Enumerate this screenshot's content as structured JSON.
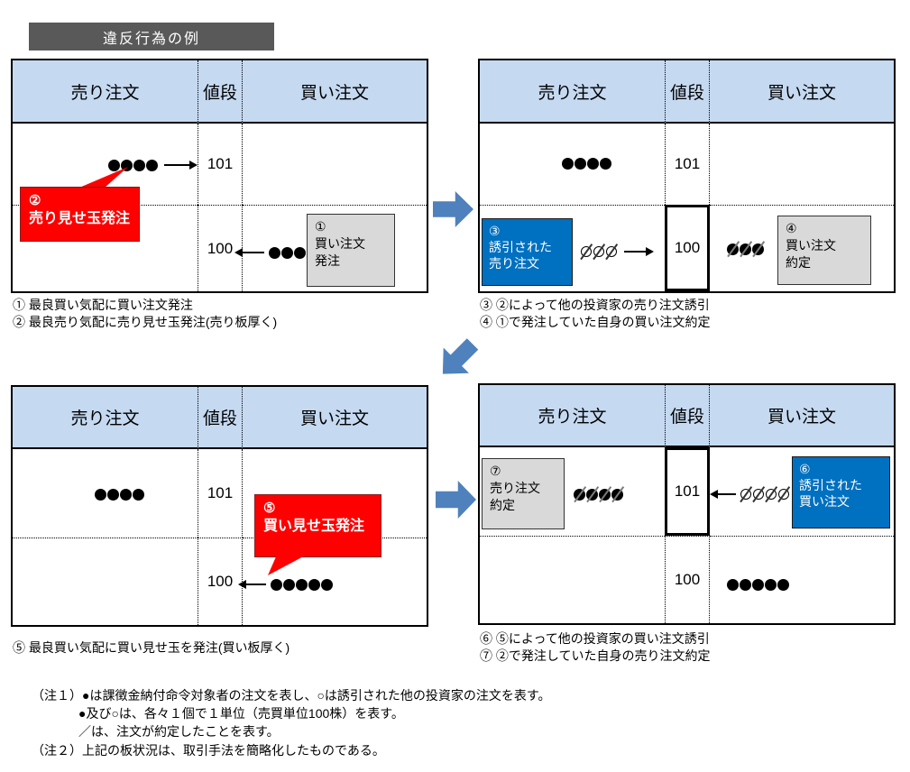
{
  "title_banner": "違反行為の例",
  "colors": {
    "table_header_fill": "#C5D9F1",
    "flow_arrow_blue": "#4F81BD",
    "callout_red": "#FF0000",
    "induced_order_blue": "#0070C0",
    "box_gray": "#D9D9D9",
    "banner_gray": "#595959"
  },
  "icons": {
    "flow_arrow": "thick-block-arrow",
    "order_arrow": "thin-line-arrow",
    "own_order": "filled-black-dot",
    "induced_order": "white-circle-slashed",
    "filled_order": "black-dot-slashed"
  },
  "panels": [
    {
      "name": "step-1-2",
      "headers": {
        "sell": "売り注文",
        "price": "値段",
        "buy": "買い注文"
      },
      "prices": {
        "row1": "101",
        "row2": "100"
      },
      "callout": {
        "number": "②",
        "label": "売り見せ玉発注"
      },
      "gray_box": {
        "number": "①",
        "lines": [
          "買い注文",
          "発注"
        ]
      },
      "dots": {
        "sell_101": {
          "count": 4,
          "style": "black"
        },
        "buy_100": {
          "count": 3,
          "style": "black"
        }
      },
      "captions": [
        "① 最良買い気配に買い注文発注",
        "② 最良売り気配に売り見せ玉発注(売り板厚く)"
      ]
    },
    {
      "name": "step-3-4",
      "headers": {
        "sell": "売り注文",
        "price": "値段",
        "buy": "買い注文"
      },
      "prices": {
        "row1": "101",
        "row2": "100"
      },
      "blue_box": {
        "number": "③",
        "lines": [
          "誘引された",
          "売り注文"
        ]
      },
      "gray_box": {
        "number": "④",
        "lines": [
          "買い注文",
          "約定"
        ]
      },
      "dots": {
        "sell_101": {
          "count": 4,
          "style": "black"
        },
        "induced_sell_100": {
          "count": 3,
          "style": "white-slashed"
        },
        "filled_buy_100": {
          "count": 3,
          "style": "black-slashed"
        }
      },
      "captions": [
        "③ ②によって他の投資家の売り注文誘引",
        "④ ①で発注していた自身の買い注文約定"
      ]
    },
    {
      "name": "step-5",
      "headers": {
        "sell": "売り注文",
        "price": "値段",
        "buy": "買い注文"
      },
      "prices": {
        "row1": "101",
        "row2": "100"
      },
      "callout": {
        "number": "⑤",
        "label": "買い見せ玉発注"
      },
      "dots": {
        "sell_101": {
          "count": 4,
          "style": "black"
        },
        "buy_100": {
          "count": 5,
          "style": "black"
        }
      },
      "captions": [
        "⑤ 最良買い気配に買い見せ玉を発注(買い板厚く)"
      ]
    },
    {
      "name": "step-6-7",
      "headers": {
        "sell": "売り注文",
        "price": "値段",
        "buy": "買い注文"
      },
      "prices": {
        "row1": "101",
        "row2": "100"
      },
      "gray_box": {
        "number": "⑦",
        "lines": [
          "売り注文",
          "約定"
        ]
      },
      "blue_box": {
        "number": "⑥",
        "lines": [
          "誘引された",
          "買い注文"
        ]
      },
      "dots": {
        "filled_sell_101": {
          "count": 4,
          "style": "black-slashed"
        },
        "induced_buy_101": {
          "count": 4,
          "style": "white-slashed"
        },
        "buy_100": {
          "count": 5,
          "style": "black"
        }
      },
      "captions": [
        "⑥ ⑤によって他の投資家の買い注文誘引",
        "⑦ ②で発注していた自身の売り注文約定"
      ]
    }
  ],
  "notes": [
    "（注１）●は課徴金納付命令対象者の注文を表し、○は誘引された他の投資家の注文を表す。",
    "●及び○は、各々１個で１単位（売買単位100株）を表す。",
    "／は、注文が約定したことを表す。",
    "（注２）上記の板状況は、取引手法を簡略化したものである。"
  ]
}
